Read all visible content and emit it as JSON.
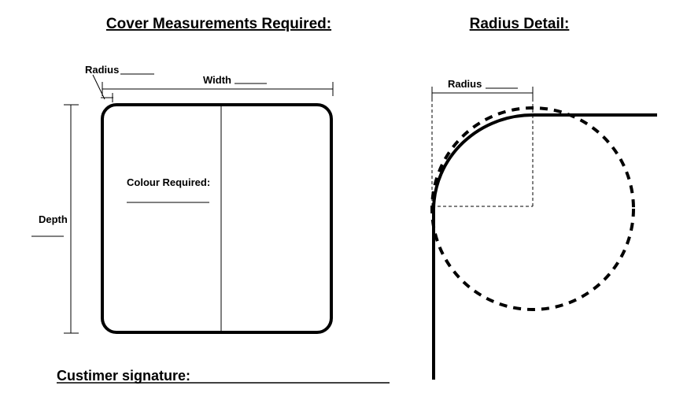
{
  "headings": {
    "cover": "Cover Measurements Required:",
    "radius_detail": "Radius Detail:"
  },
  "cover_diagram": {
    "radius_label": "Radius",
    "radius_blank": "______",
    "width_label": "Width",
    "width_blank": "______",
    "depth_label": "Depth",
    "depth_blank": "______",
    "colour_label": "Colour Required:"
  },
  "radius_diagram": {
    "radius_label": "Radius",
    "radius_blank": "______"
  },
  "signature": {
    "label": "Custimer signature:"
  }
}
